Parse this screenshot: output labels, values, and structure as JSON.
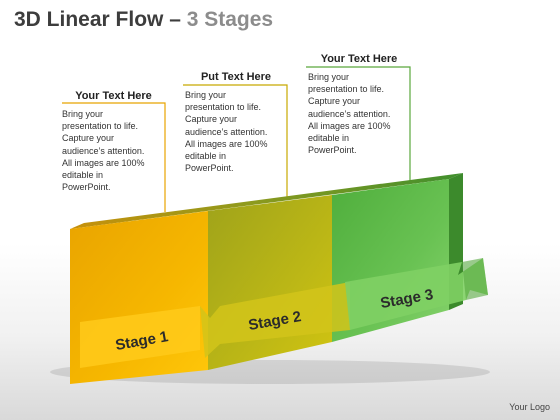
{
  "title": {
    "main": "3D Linear Flow",
    "dash": "–",
    "sub": "3 Stages"
  },
  "callouts": [
    {
      "heading": "Your Text Here",
      "lines": [
        "Bring your",
        "presentation to life.",
        "Capture your",
        "audience’s attention.",
        "All images are 100%",
        "editable in",
        "PowerPoint."
      ],
      "color": "#e8a400"
    },
    {
      "heading": "Put Text Here",
      "lines": [
        "Bring your",
        "presentation to life.",
        "Capture your",
        "audience’s attention.",
        "All images are 100%",
        "editable in",
        "PowerPoint."
      ],
      "color": "#c7a900"
    },
    {
      "heading": "Your Text Here",
      "lines": [
        "Bring your",
        "presentation to life.",
        "Capture your",
        "audience’s attention.",
        "All images are 100%",
        "editable in",
        "PowerPoint."
      ],
      "color": "#5aa83c"
    }
  ],
  "stages": [
    {
      "label": "Stage 1",
      "color": "#f3b200"
    },
    {
      "label": "Stage 2",
      "color": "#b3b11a"
    },
    {
      "label": "Stage 3",
      "color": "#5cb947"
    }
  ],
  "footer": {
    "logo": "Your Logo"
  }
}
